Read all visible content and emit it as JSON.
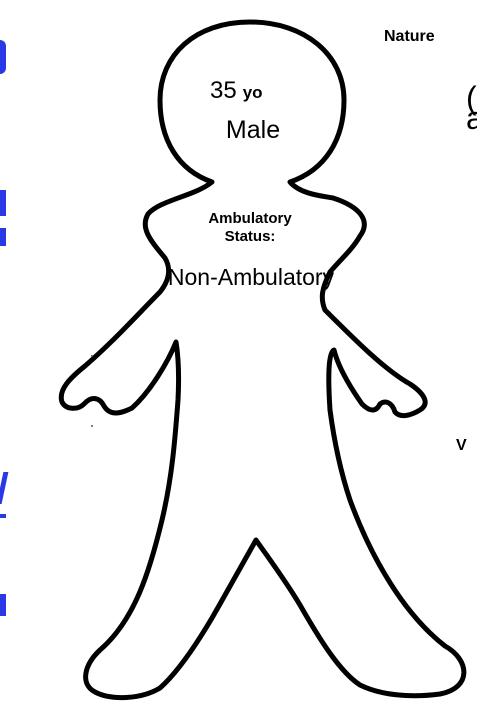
{
  "patient": {
    "age_value": "35",
    "age_unit": "yo",
    "sex": "Male",
    "ambulatory_label_line1": "Ambulatory",
    "ambulatory_label_line2": "Status:",
    "ambulatory_value": "Non-Ambulatory"
  },
  "right_panel": {
    "nature_label": "Nature"
  },
  "colors": {
    "outline": "#000000",
    "accent_blue": "#2a39e6",
    "background": "#ffffff"
  }
}
